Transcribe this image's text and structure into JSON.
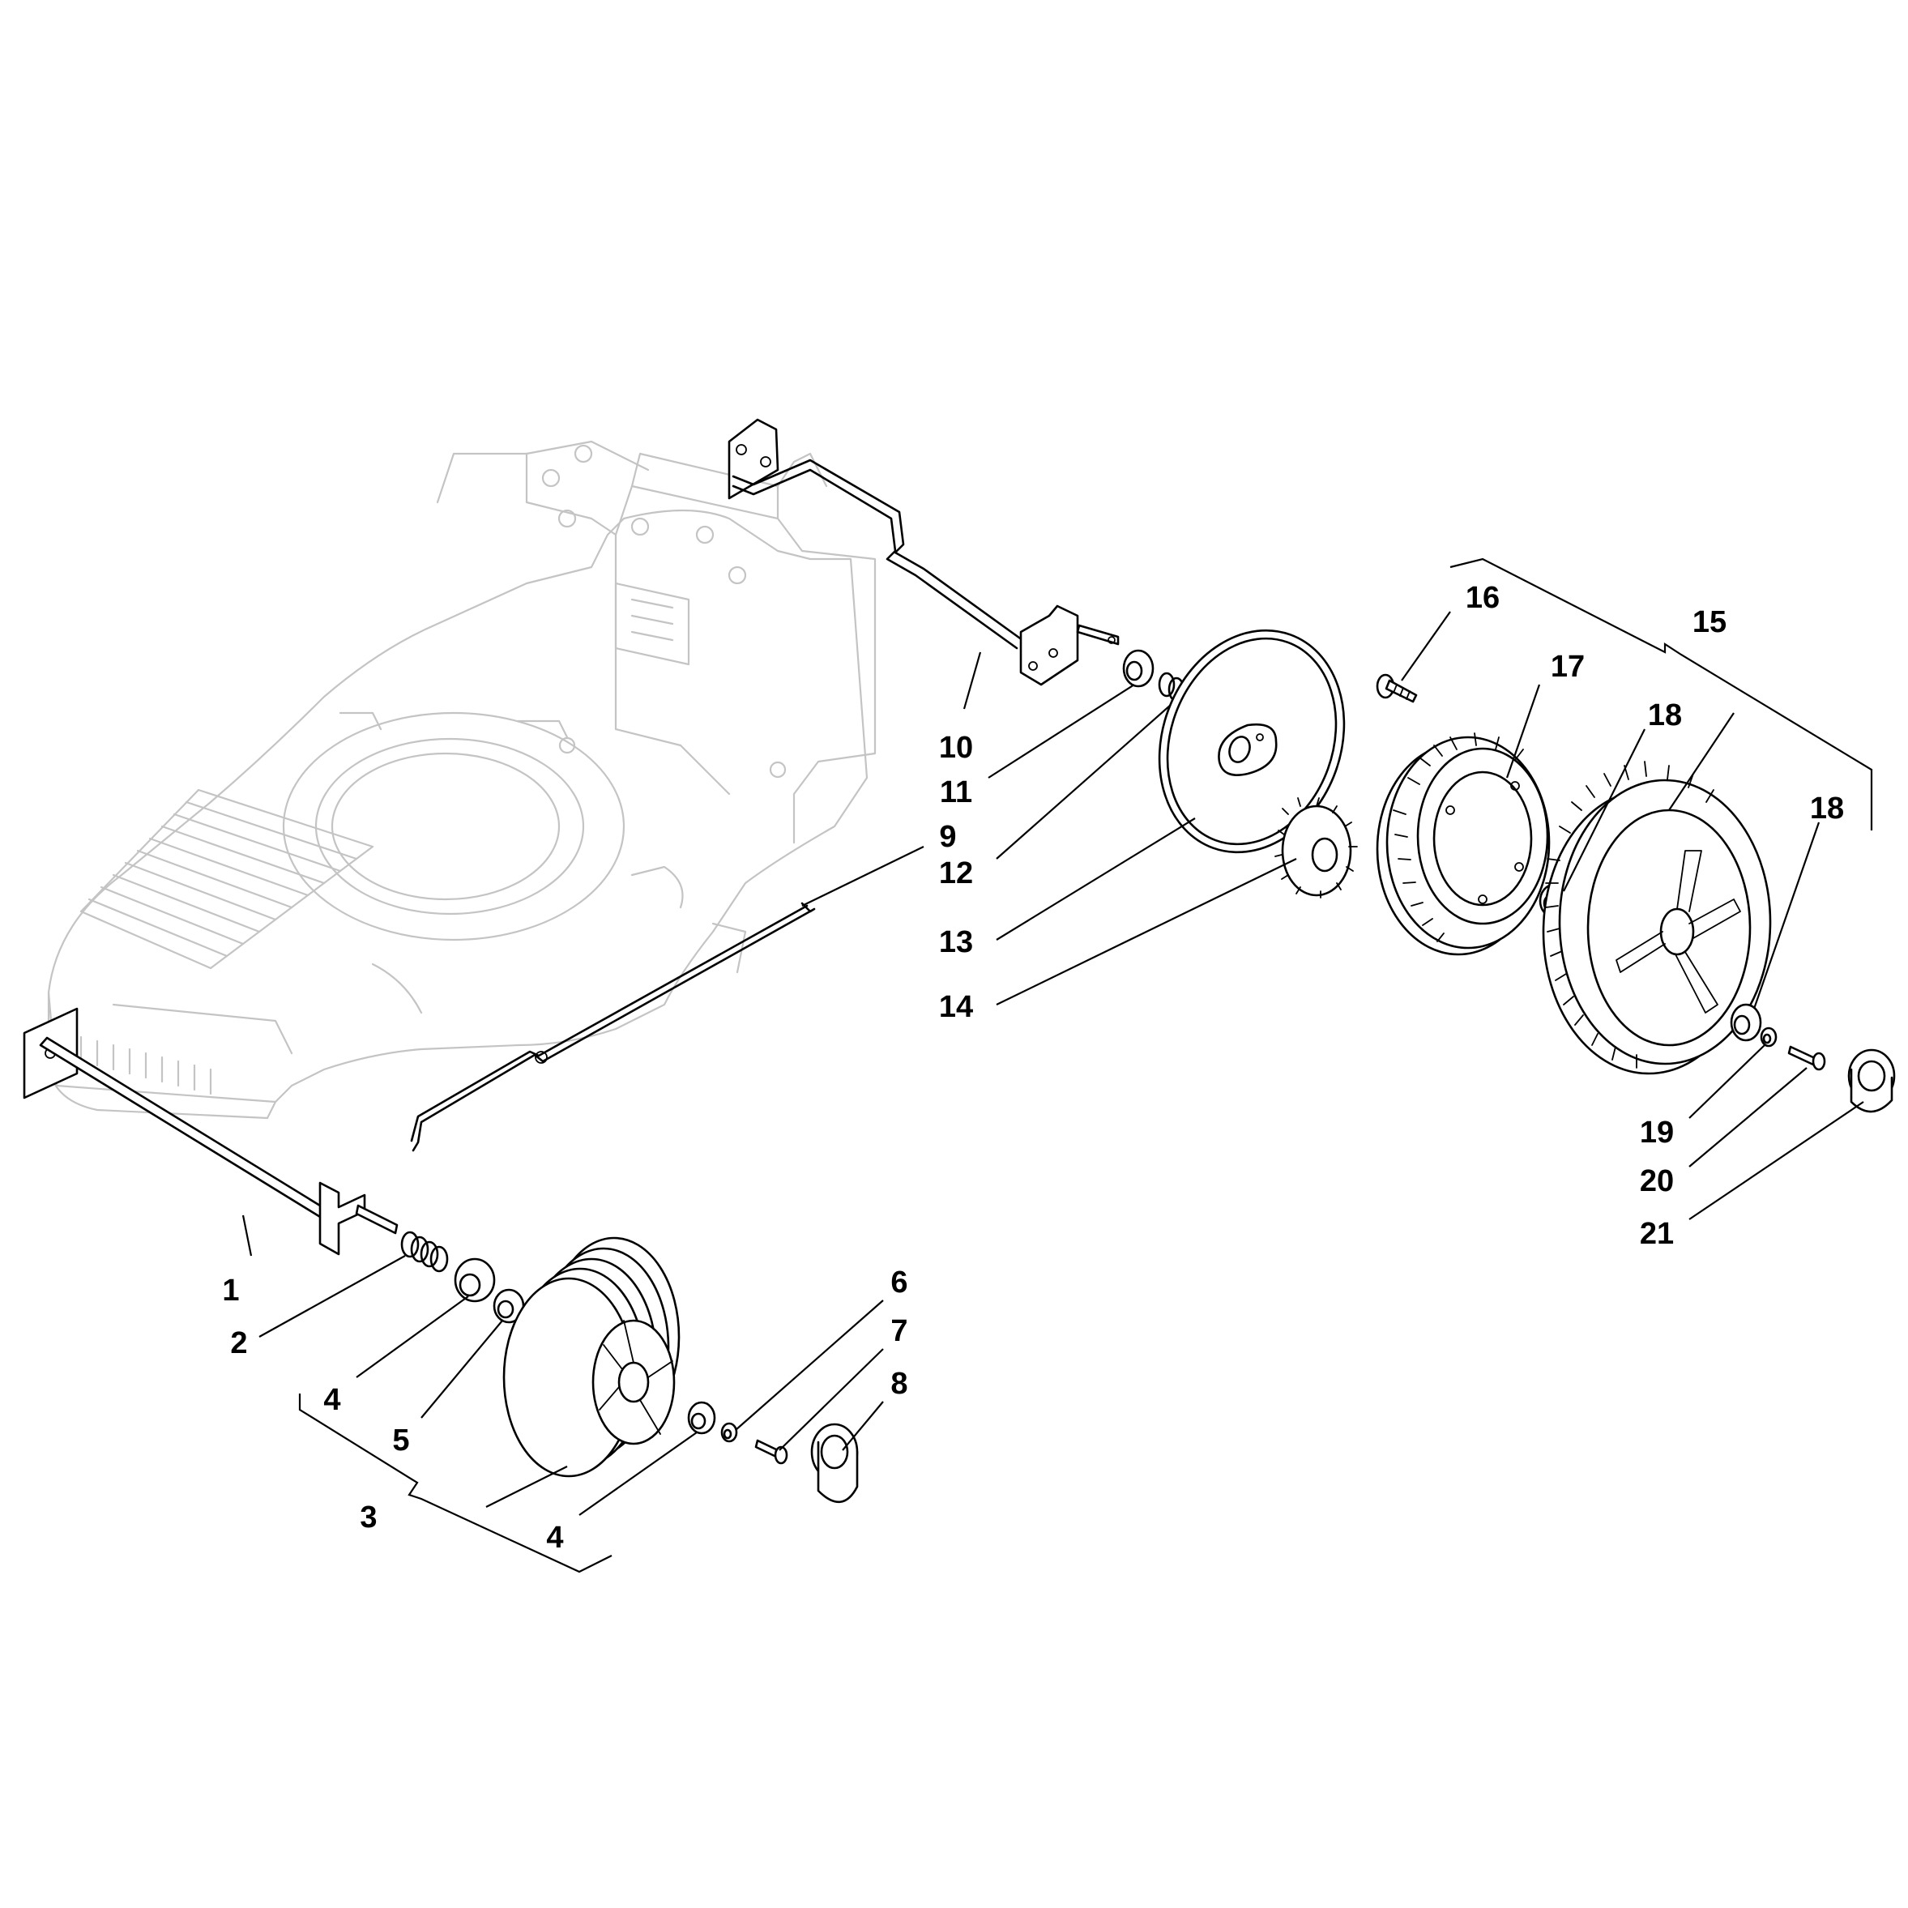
{
  "callouts": {
    "c1": "1",
    "c2": "2",
    "c3": "3",
    "c4a": "4",
    "c4b": "4",
    "c5": "5",
    "c6": "6",
    "c7": "7",
    "c8": "8",
    "c9": "9",
    "c10": "10",
    "c11": "11",
    "c12": "12",
    "c13": "13",
    "c14": "14",
    "c15": "15",
    "c16": "16",
    "c17": "17",
    "c18a": "18",
    "c18b": "18",
    "c19": "19",
    "c20": "20",
    "c21": "21"
  }
}
